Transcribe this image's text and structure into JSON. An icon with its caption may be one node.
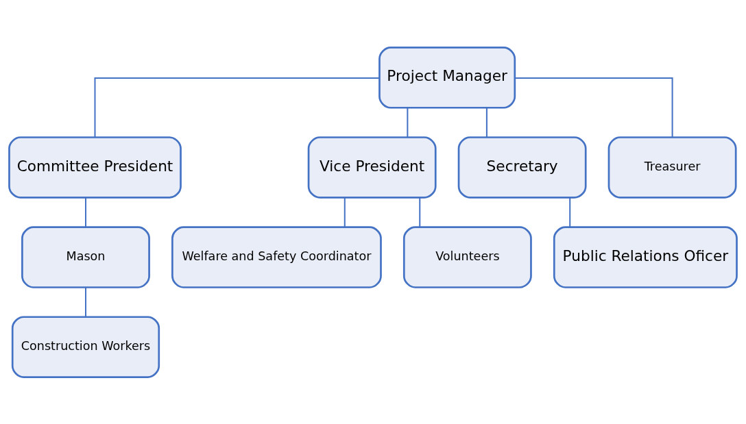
{
  "diagram": {
    "nodes": [
      {
        "text": [
          "Project Manager"
        ]
      },
      {
        "text": [
          "Committee President"
        ]
      },
      {
        "text": [
          "Vice President"
        ]
      },
      {
        "text": [
          "Secretary"
        ]
      },
      {
        "text": [
          "Treasurer"
        ]
      },
      {
        "text": [
          "Mason"
        ]
      },
      {
        "text": [
          "Construction Workers"
        ]
      },
      {
        "text": [
          "Welfare and Safety Coordinator"
        ]
      },
      {
        "text": [
          "Volunteers"
        ]
      },
      {
        "text": [
          "Public Relations Oficer"
        ]
      }
    ],
    "edges": [
      {
        "from": 0,
        "to": 1,
        "arrow": "none"
      },
      {
        "from": 0,
        "to": 2,
        "arrow": "none"
      },
      {
        "from": 0,
        "to": 3,
        "arrow": "none"
      },
      {
        "from": 0,
        "to": 4,
        "arrow": "none"
      },
      {
        "from": 1,
        "to": 5,
        "arrow": "none"
      },
      {
        "from": 5,
        "to": 6,
        "arrow": "none"
      },
      {
        "from": 2,
        "to": 7,
        "arrow": "none"
      },
      {
        "from": 2,
        "to": 8,
        "arrow": "none"
      },
      {
        "from": 3,
        "to": 9,
        "arrow": "none"
      }
    ]
  }
}
